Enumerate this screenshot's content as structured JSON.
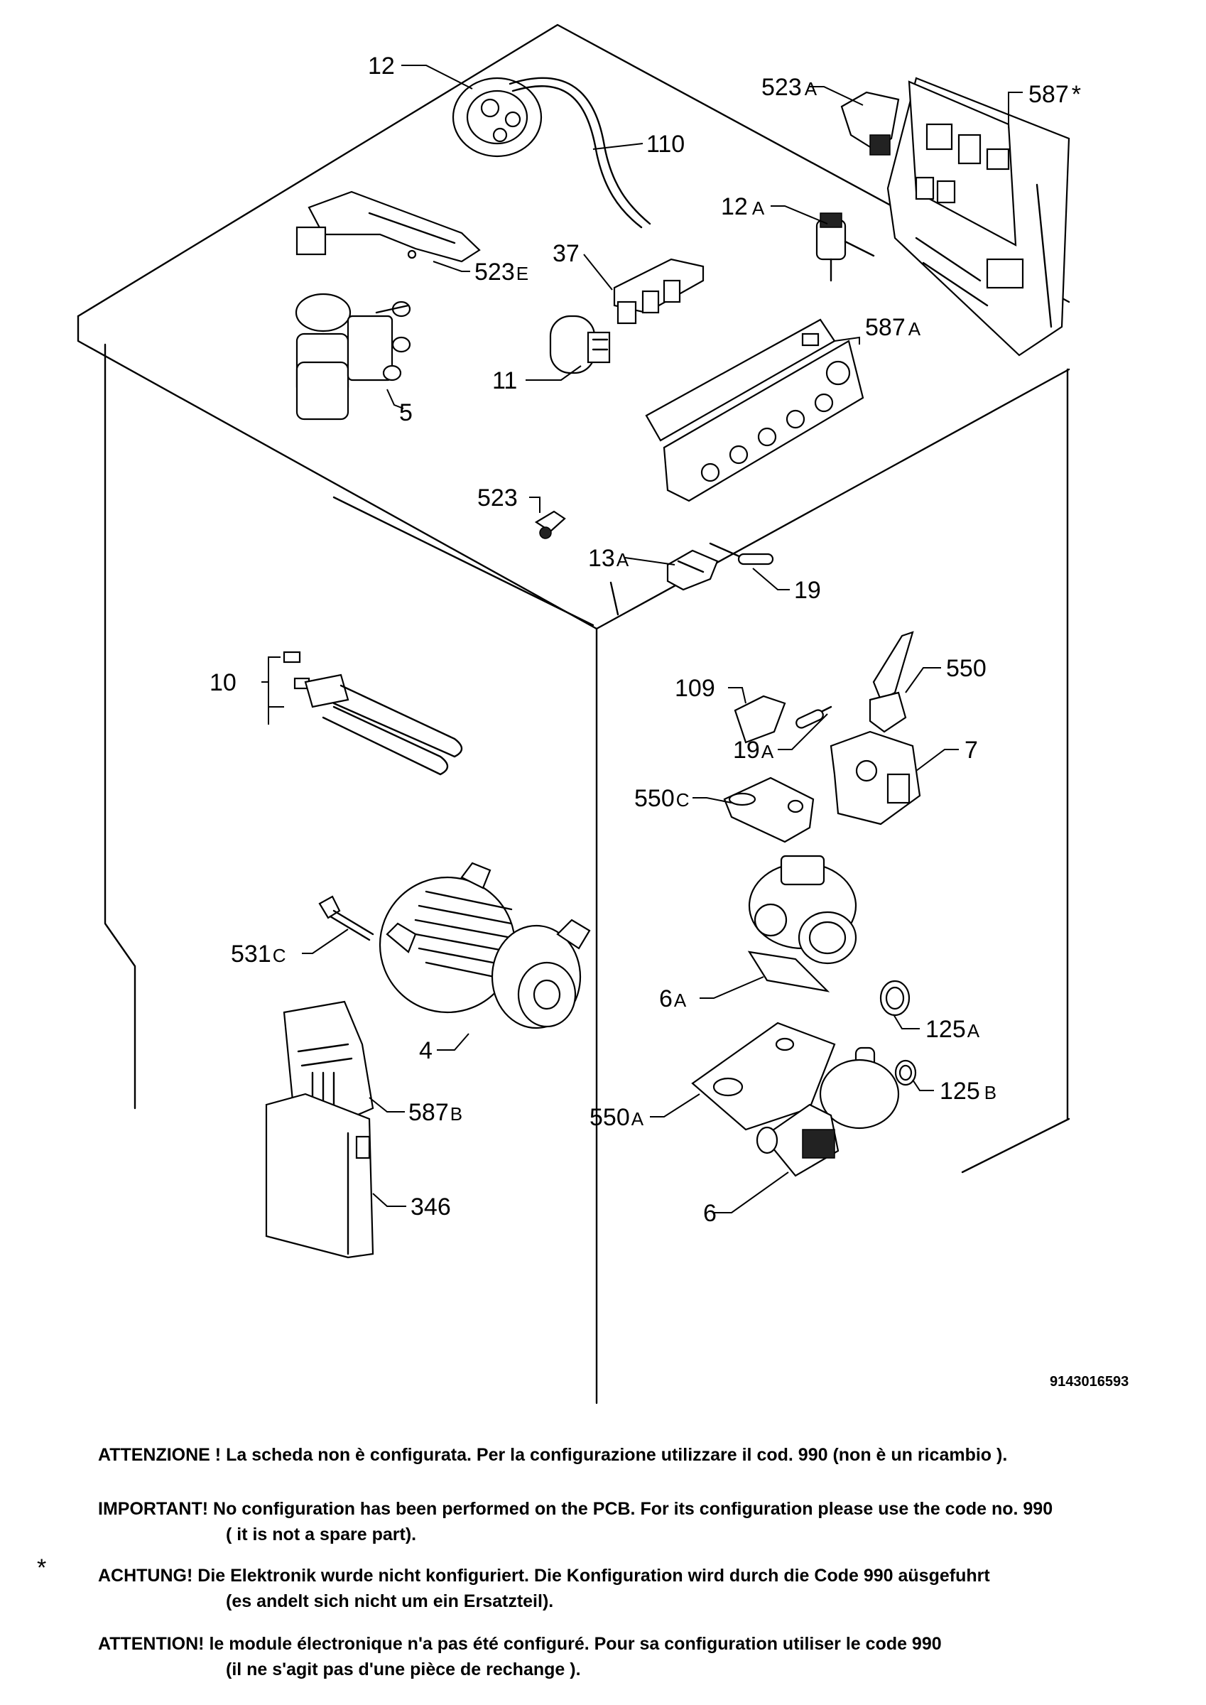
{
  "drawing_code": "9143016593",
  "parts": [
    {
      "num": "12",
      "suffix": ""
    },
    {
      "num": "110",
      "suffix": ""
    },
    {
      "num": "523",
      "suffix": "E"
    },
    {
      "num": "5",
      "suffix": ""
    },
    {
      "num": "37",
      "suffix": ""
    },
    {
      "num": "11",
      "suffix": ""
    },
    {
      "num": "523",
      "suffix": "A"
    },
    {
      "num": "587",
      "suffix": "*"
    },
    {
      "num": "12",
      "suffix": "A"
    },
    {
      "num": "587",
      "suffix": "A"
    },
    {
      "num": "523",
      "suffix": ""
    },
    {
      "num": "13",
      "suffix": "A"
    },
    {
      "num": "19",
      "suffix": ""
    },
    {
      "num": "10",
      "suffix": ""
    },
    {
      "num": "109",
      "suffix": ""
    },
    {
      "num": "550",
      "suffix": ""
    },
    {
      "num": "19",
      "suffix": "A"
    },
    {
      "num": "7",
      "suffix": ""
    },
    {
      "num": "550",
      "suffix": "C"
    },
    {
      "num": "531",
      "suffix": "C"
    },
    {
      "num": "6",
      "suffix": "A"
    },
    {
      "num": "125",
      "suffix": "A"
    },
    {
      "num": "4",
      "suffix": ""
    },
    {
      "num": "125",
      "suffix": "B"
    },
    {
      "num": "550",
      "suffix": "A"
    },
    {
      "num": "587",
      "suffix": "B"
    },
    {
      "num": "346",
      "suffix": ""
    },
    {
      "num": "6",
      "suffix": ""
    }
  ],
  "notes": {
    "it": {
      "line1": "ATTENZIONE ! La scheda non è  configurata. Per la configurazione utilizzare il cod. 990 (non è un ricambio )."
    },
    "en": {
      "line1": "IMPORTANT! No configuration has been performed on the PCB. For its configuration please use the code no. 990",
      "line2": "( it is not a spare part)."
    },
    "de": {
      "marker": "*",
      "line1": "ACHTUNG! Die Elektronik wurde nicht konfiguriert. Die Konfiguration wird durch die Code 990 aüsgefuhrt",
      "line2": "(es andelt sich nicht um ein Ersatzteil)."
    },
    "fr": {
      "line1": "ATTENTION! le module électronique n'a pas été configuré. Pour  sa configuration utiliser le code 990",
      "line2": "(il ne s'agit pas d'une pièce de rechange )."
    }
  }
}
